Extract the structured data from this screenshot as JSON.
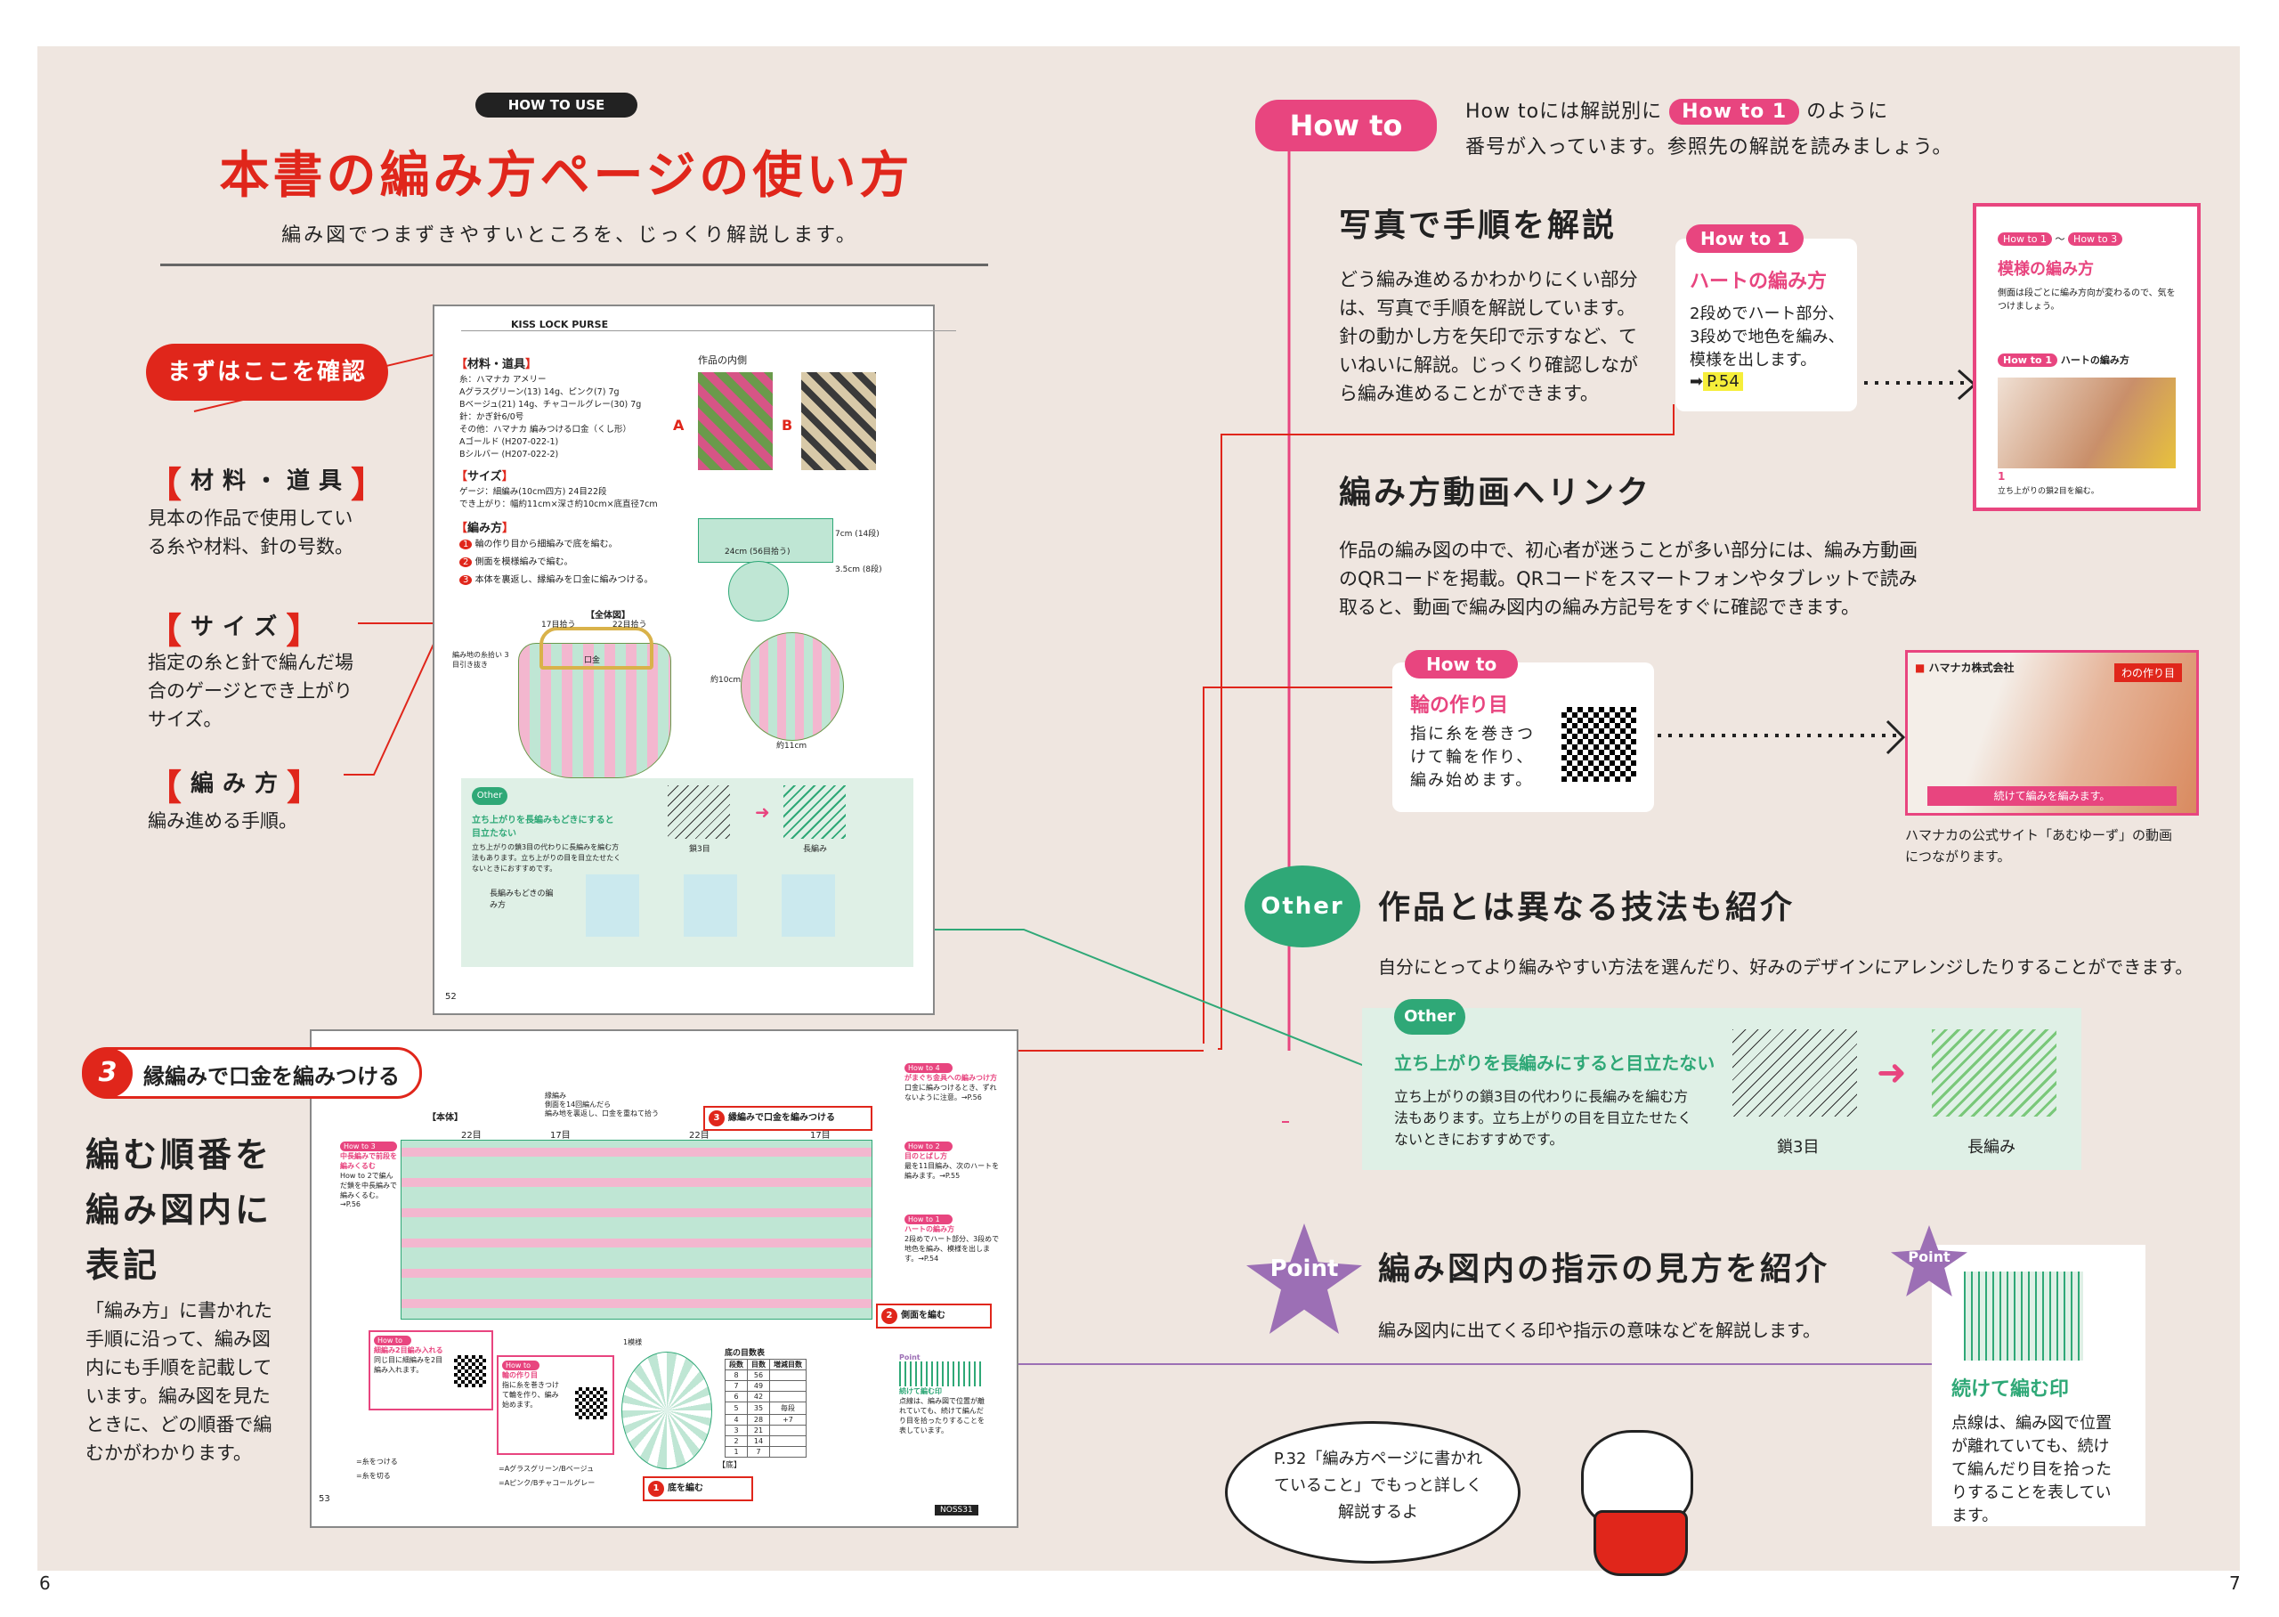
{
  "page_numbers": {
    "left": "6",
    "right": "7"
  },
  "header": {
    "tag": "HOW TO USE",
    "title": "本書の編み方ページの使い方",
    "subtitle": "編み図でつまずきやすいところを、じっくり解説します。"
  },
  "left": {
    "check_badge": "まずはここを確認",
    "materials": {
      "label": "材料・道具",
      "desc": "見本の作品で使用している糸や材料、針の号数。"
    },
    "size": {
      "label": "サイズ",
      "desc": "指定の糸と針で編んだ場合のゲージとでき上がりサイズ。"
    },
    "method": {
      "label": "編み方",
      "desc": "編み進める手順。"
    },
    "step3": {
      "num": "3",
      "label": "縁編みで口金を編みつける"
    },
    "order": {
      "title_l1": "編む順番を",
      "title_l2": "編み図内に",
      "title_l3": "表記",
      "desc": "「編み方」に書かれた手順に沿って、編み図内にも手順を記載しています。編み図を見たときに、どの順番で編むかがわかります。"
    }
  },
  "sample_page": {
    "header": "KISS LOCK PURSE",
    "page_no": "52",
    "materials_title": "材料・道具",
    "materials_text": "糸：ハマナカ アメリー\nAグラスグリーン(13) 14g、ピンク(7) 7g\nBベージュ(21) 14g、チャコールグレー(30) 7g\n針：かぎ針6/0号\nその他：ハマナカ 編みつける口金（くし形）\nAゴールド (H207-022-1)\nBシルバー (H207-022-2)",
    "size_title": "サイズ",
    "size_text": "ゲージ：細編み(10cm四方) 24目22段\nでき上がり：幅約11cm×深さ約10cm×底直径7cm",
    "method_title": "編み方",
    "steps": [
      "輪の作り目から細編みで底を編む。",
      "側面を模様編みで編む。",
      "本体を裏返し、縁編みを口金に編みつける。"
    ],
    "example_label": "作品の内側",
    "a": "A",
    "b": "B",
    "whole": "【全体図】",
    "h_label": "約10cm",
    "w_label": "約11cm",
    "inc_label": "編み地の糸拾い 3目引き抜き",
    "count17": "17目拾う",
    "count22": "22目拾う",
    "kuchigane": "口金",
    "other_tag": "Other",
    "other_title": "立ち上がりを長編みもどきにすると目立たない",
    "other_text": "立ち上がりの鎖3目の代わりに長編みを編む方法もあります。立ち上がりの目を目立たせたくないときにおすすめです。",
    "nagaami_modoki": "長編みもどきの編み方",
    "chain3": "鎖3目",
    "long": "長編み",
    "dim7": "7cm (14段)",
    "dim24": "24cm (56目拾う)",
    "dim35": "3.5cm (8段)"
  },
  "chart_page": {
    "page_no": "53",
    "body": "【本体】",
    "count22": "22目",
    "count17": "17目",
    "edge_note": "縁編み\n側面を14回編んだら\n編み地を裏返し、口金を重ねて拾う",
    "step3": "縁編みで口金を編みつける",
    "step2": "側面を編む",
    "step1": "底を編む",
    "bottom": "【底】",
    "howto4": "How to 4",
    "howto4_text": "がまぐち金具への編みつけ方",
    "howto4_sub": "口金に編みつけるとき、ずれないように注意。→P.56",
    "howto3": "How to 3",
    "howto3_text": "中長編みで前段を編みくるむ",
    "howto3_sub": "How to 2で編んだ鎖を中長編みで編みくるむ。→P.56",
    "howto2": "How to 2",
    "howto2_text": "目のとばし方",
    "howto2_sub": "最を11目編み、次のハートを編みます。→P.55",
    "howto1": "How to 1",
    "howto1_text": "ハートの編み方",
    "howto1_sub": "2段めでハート部分、3段めで地色を編み、模様を出します。→P.54",
    "howto_qr": "How to",
    "howto_qr_text": "細編み2目編み入れる",
    "howto_qr_sub": "同じ目に細編みを2目編み入れます。",
    "howto_ring": "How to",
    "howto_ring_text": "輪の作り目",
    "howto_ring_sub": "指に糸を巻きつけて輪を作り、編み始めます。",
    "point": "Point",
    "point_text": "続けて編む印",
    "point_sub": "点線は、編み図で位置が離れていても、続けて編んだり目を拾ったりすることを表しています。",
    "table_title": "底の目数表",
    "table_headers": [
      "段数",
      "目数",
      "増減目数"
    ],
    "table_rows": [
      [
        "8",
        "56",
        ""
      ],
      [
        "7",
        "49",
        ""
      ],
      [
        "6",
        "42",
        ""
      ],
      [
        "5",
        "35",
        "毎段"
      ],
      [
        "4",
        "28",
        "+7"
      ],
      [
        "3",
        "21",
        ""
      ],
      [
        "2",
        "14",
        ""
      ],
      [
        "1",
        "7",
        ""
      ]
    ],
    "legend1": "=糸をつける",
    "legend2": "=糸を切る",
    "legend3": "=Aグラスグリーン/Bベージュ",
    "legend4": "=Aピンク/Bチャコールグレー",
    "start": "1模様",
    "brand": "NOSS31"
  },
  "right": {
    "howto_pill": "How to",
    "howto_intro_1": "How toには解説別に",
    "howto_intro_badge": "How to 1",
    "howto_intro_2": "のように",
    "howto_intro_3": "番号が入っています。参照先の解説を読みましょう。",
    "photo": {
      "title": "写真で手順を解説",
      "desc": "どう編み進めるかわかりにくい部分は、写真で手順を解説しています。針の動かし方を矢印で示すなど、ていねいに解説。じっくり確認しながら編み進めることができます。"
    },
    "heart_card": {
      "badge": "How to 1",
      "title": "ハートの編み方",
      "text": "2段めでハート部分、3段めで地色を編み、模様を出します。",
      "ref": "P.54",
      "arrow": "➡"
    },
    "pattern_card": {
      "badge1": "How to 1",
      "tilde": "〜",
      "badge3": "How to 3",
      "title": "模様の編み方",
      "text": "側面は段ごとに編み方向が変わるので、気をつけましょう。",
      "badge1b": "How to 1",
      "sub": "ハートの編み方",
      "step": "1",
      "caption": "立ち上がりの鎖2目を編む。"
    },
    "video": {
      "title": "編み方動画へリンク",
      "desc": "作品の編み図の中で、初心者が迷うことが多い部分には、編み方動画のQRコードを掲載。QRコードをスマートフォンやタブレットで読み取ると、動画で編み図内の編み方記号をすぐに確認できます。"
    },
    "ring_card": {
      "badge": "How to",
      "title": "輪の作り目",
      "text": "指に糸を巻きつけて輪を作り、編み始めます。"
    },
    "video_card": {
      "brand": "ハマナカ株式会社",
      "tag": "わの作り目",
      "caption": "続けて編みを編みます。"
    },
    "video_caption": "ハマナカの公式サイト「あむゆーず」の動画につながります。",
    "other": {
      "pill": "Other",
      "title": "作品とは異なる技法も紹介",
      "desc": "自分にとってより編みやすい方法を選んだり、好みのデザインにアレンジしたりすることができます。"
    },
    "other_card": {
      "tag": "Other",
      "title": "立ち上がりを長編みにすると目立たない",
      "text": "立ち上がりの鎖3目の代わりに長編みを編む方法もあります。立ち上がりの目を目立たせたくないときにおすすめです。",
      "chain3": "鎖3目",
      "long": "長編み"
    },
    "point": {
      "star": "Point",
      "title": "編み図内の指示の見方を紹介",
      "desc": "編み図内に出てくる印や指示の意味などを解説します。"
    },
    "point_card": {
      "star": "Point",
      "title": "続けて編む印",
      "text": "点線は、編み図で位置が離れていても、続けて編んだり目を拾ったりすることを表しています。"
    },
    "bubble": "P.32「編み方ページに書かれていること」でもっと詳しく解説するよ"
  },
  "colors": {
    "red": "#e0261b",
    "pink": "#e8457f",
    "green": "#2fa877",
    "purple": "#9c6fb5",
    "bg": "#efe6e0"
  }
}
